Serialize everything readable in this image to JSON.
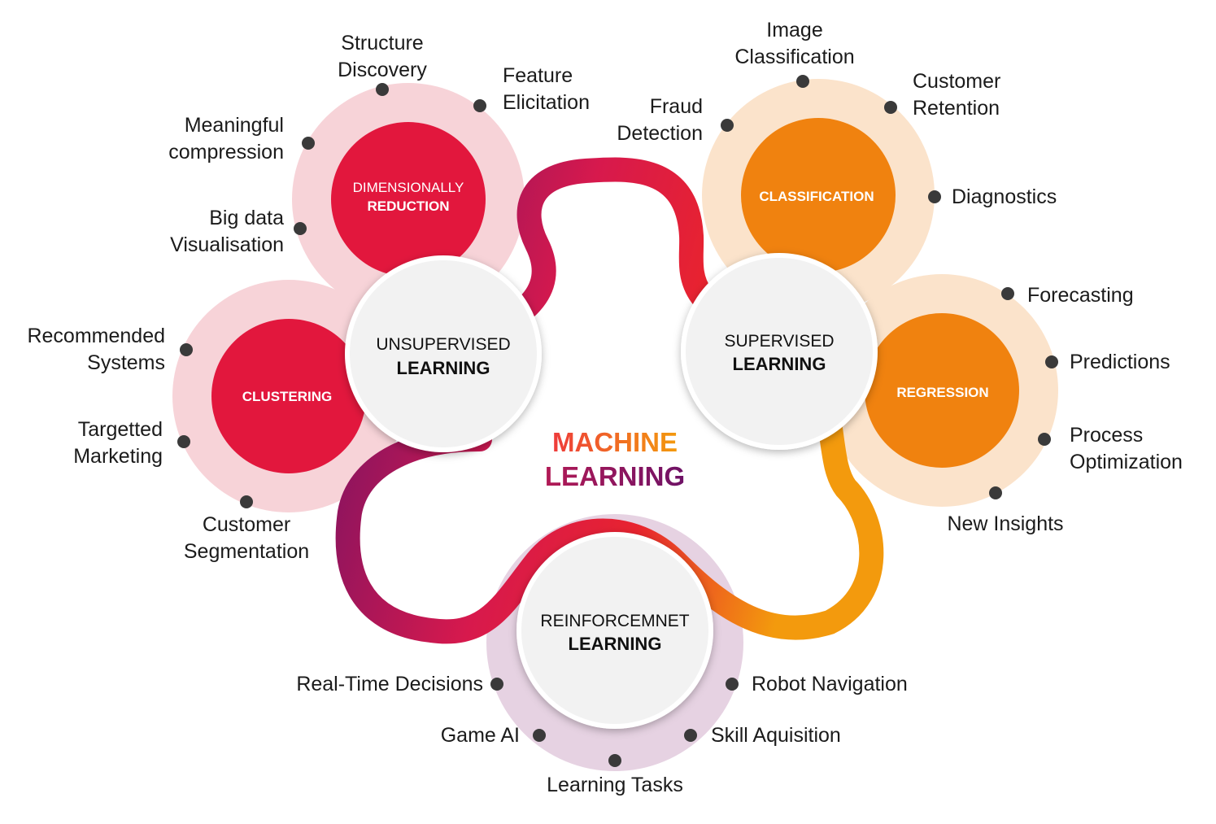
{
  "title": {
    "line1": "MACHINE",
    "line2": "LEARNING"
  },
  "colors": {
    "unsupervised_ring": "#f7d3d8",
    "unsupervised_sub": "#e2173d",
    "supervised_ring": "#fbe3cb",
    "supervised_sub": "#f0820f",
    "reinforcement_ring": "#e6d2e2",
    "path_gradient": [
      "#6e1266",
      "#d7194d",
      "#e8232f",
      "#f39a0d"
    ]
  },
  "branches": {
    "unsupervised": {
      "line1": "UNSUPERVISED",
      "line2": "LEARNING",
      "dimensional": {
        "line1": "DIMENSIONALLY",
        "line2": "REDUCTION",
        "items": [
          {
            "lines": [
              "Structure",
              "Discovery"
            ]
          },
          {
            "lines": [
              "Feature",
              "Elicitation"
            ]
          },
          {
            "lines": [
              "Meaningful",
              "compression"
            ]
          },
          {
            "lines": [
              "Big data",
              "Visualisation"
            ]
          }
        ]
      },
      "clustering": {
        "label": "CLUSTERING",
        "items": [
          {
            "lines": [
              "Recommended",
              "Systems"
            ]
          },
          {
            "lines": [
              "Targetted",
              "Marketing"
            ]
          },
          {
            "lines": [
              "Customer",
              "Segmentation"
            ]
          }
        ]
      }
    },
    "supervised": {
      "line1": "SUPERVISED",
      "line2": "LEARNING",
      "classification": {
        "label": "CLASSIFICATION",
        "items": [
          {
            "lines": [
              "Image",
              "Classification"
            ]
          },
          {
            "lines": [
              "Customer",
              "Retention"
            ]
          },
          {
            "lines": [
              "Fraud",
              "Detection"
            ]
          },
          {
            "lines": [
              "Diagnostics"
            ]
          }
        ]
      },
      "regression": {
        "label": "REGRESSION",
        "items": [
          {
            "lines": [
              "Forecasting"
            ]
          },
          {
            "lines": [
              "Predictions"
            ]
          },
          {
            "lines": [
              "Process",
              "Optimization"
            ]
          },
          {
            "lines": [
              "New Insights"
            ]
          }
        ]
      }
    },
    "reinforcement": {
      "line1": "REINFORCEMNET",
      "line2": "LEARNING",
      "items": [
        {
          "lines": [
            "Real-Time Decisions"
          ]
        },
        {
          "lines": [
            "Game AI"
          ]
        },
        {
          "lines": [
            "Learning Tasks"
          ]
        },
        {
          "lines": [
            "Robot Navigation"
          ]
        },
        {
          "lines": [
            "Skill Aquisition"
          ]
        }
      ]
    }
  }
}
